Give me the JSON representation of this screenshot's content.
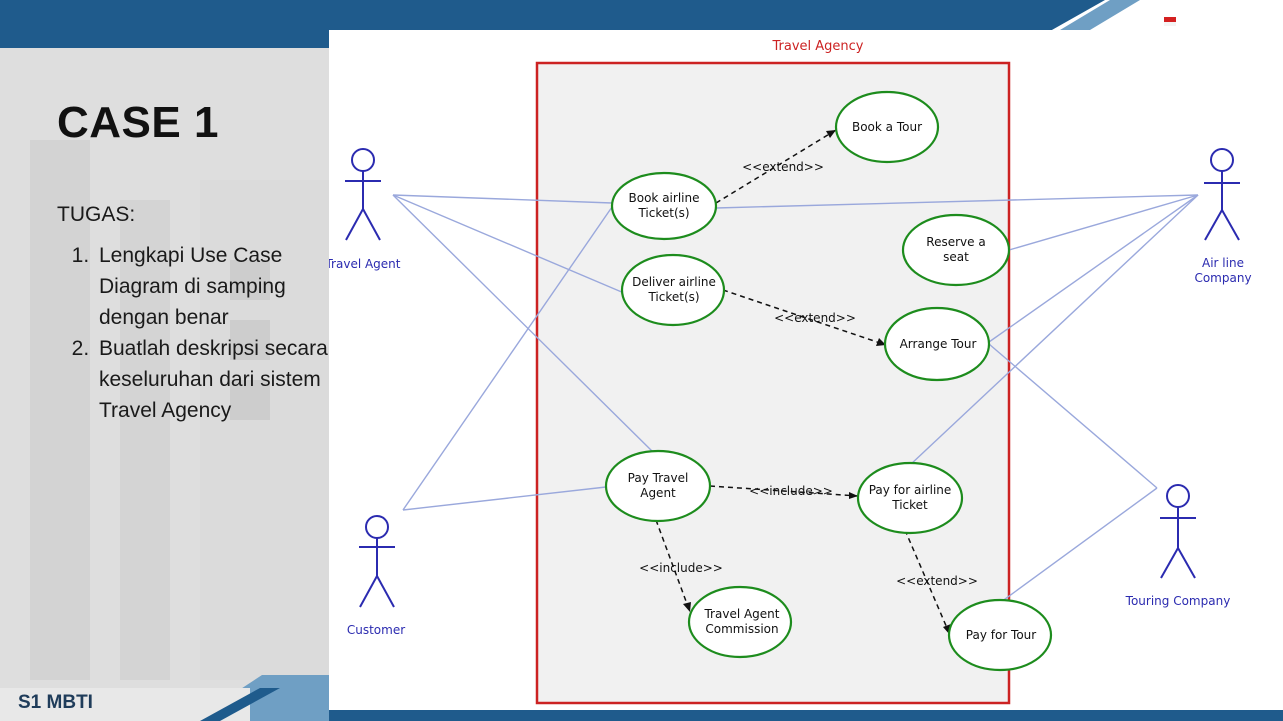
{
  "slide": {
    "title": "CASE 1",
    "task_heading": "TUGAS:",
    "tasks": [
      "Lengkapi Use Case Diagram di samping dengan benar",
      "Buatlah deskripsi secara keseluruhan dari sistem Travel Agency"
    ],
    "footer": "S1 MBTI"
  },
  "diagram": {
    "system_name": "Travel Agency",
    "actors": {
      "travel_agent": "Travel Agent",
      "customer": "Customer",
      "airline_company": [
        "Air line",
        "Company"
      ],
      "touring_company": "Touring Company"
    },
    "use_cases": {
      "book_tour": [
        "Book a Tour"
      ],
      "book_airline_ticket": [
        "Book airline",
        "Ticket(s)"
      ],
      "reserve_seat": [
        "Reserve a",
        "seat"
      ],
      "deliver_airline_ticket": [
        "Deliver airline",
        "Ticket(s)"
      ],
      "arrange_tour": [
        "Arrange Tour"
      ],
      "pay_travel_agent": [
        "Pay Travel",
        "Agent"
      ],
      "pay_airline_ticket": [
        "Pay for airline",
        "Ticket"
      ],
      "travel_agent_commission": [
        "Travel Agent",
        "Commission"
      ],
      "pay_for_tour": [
        "Pay for Tour"
      ]
    },
    "relations": {
      "extend_book_tour": "<<extend>>",
      "extend_arrange_tour": "<<extend>>",
      "include_pay_airline": "<<include>>",
      "include_commission": "<<include>>",
      "extend_pay_tour": "<<extend>>"
    },
    "colors": {
      "system_border": "#cc2222",
      "system_fill": "#f1f1f1",
      "use_case": "#1d8c1d",
      "actor": "#2b2bb0",
      "association": "#9aa8dc",
      "slide_blue": "#1f5b8c"
    }
  }
}
